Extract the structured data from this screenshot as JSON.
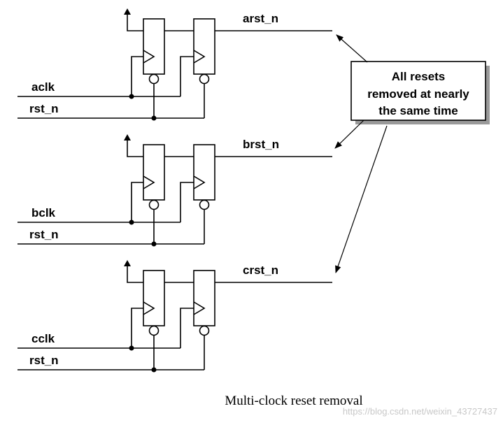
{
  "diagram": {
    "blocks": [
      {
        "clock": "aclk",
        "reset_in": "rst_n",
        "output": "arst_n"
      },
      {
        "clock": "bclk",
        "reset_in": "rst_n",
        "output": "brst_n"
      },
      {
        "clock": "cclk",
        "reset_in": "rst_n",
        "output": "crst_n"
      }
    ],
    "callout": {
      "lines": [
        "All resets",
        "removed at nearly",
        "the same time"
      ]
    },
    "caption": "Multi-clock reset removal"
  },
  "watermark": "https://blog.csdn.net/weixin_43727437"
}
